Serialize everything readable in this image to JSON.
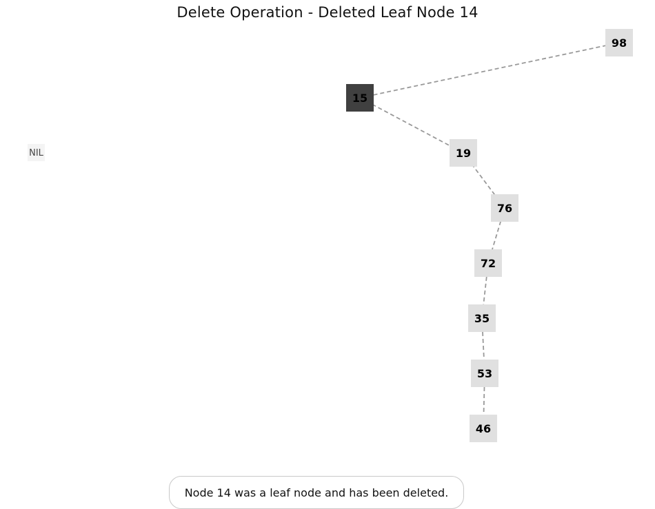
{
  "title": "Delete Operation - Deleted Leaf Node 14",
  "nil_label": "NIL",
  "caption": "Node 14 was a leaf node and has been deleted.",
  "colors": {
    "root_fill": "#404040",
    "node_fill": "#e0e0e0",
    "nil_fill": "#f4f4f4",
    "edge": "#999999",
    "text": "#000000"
  },
  "nodes": [
    {
      "id": "n15",
      "label": "15",
      "highlight": true
    },
    {
      "id": "n98",
      "label": "98"
    },
    {
      "id": "n19",
      "label": "19"
    },
    {
      "id": "n76",
      "label": "76"
    },
    {
      "id": "n72",
      "label": "72"
    },
    {
      "id": "n35",
      "label": "35"
    },
    {
      "id": "n53",
      "label": "53"
    },
    {
      "id": "n46",
      "label": "46"
    }
  ],
  "edges": [
    {
      "from": "n15",
      "to": "n98"
    },
    {
      "from": "n15",
      "to": "n19"
    },
    {
      "from": "n19",
      "to": "n76"
    },
    {
      "from": "n76",
      "to": "n72"
    },
    {
      "from": "n72",
      "to": "n35"
    },
    {
      "from": "n35",
      "to": "n53"
    },
    {
      "from": "n53",
      "to": "n46"
    }
  ]
}
